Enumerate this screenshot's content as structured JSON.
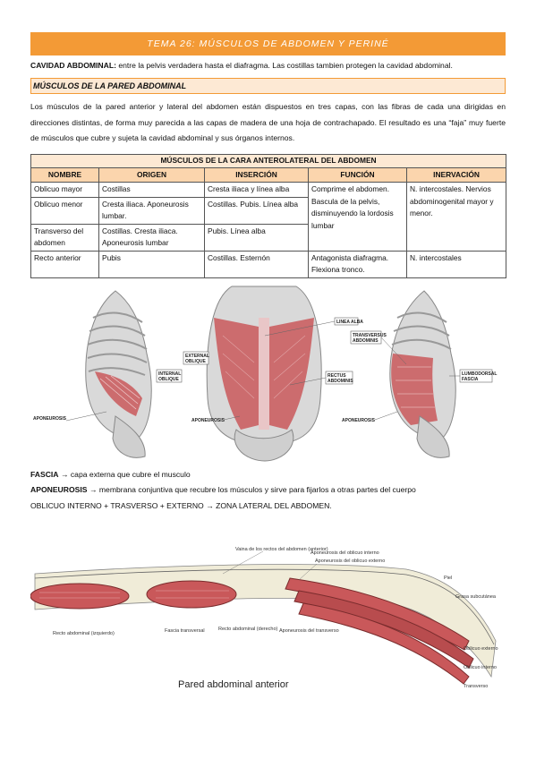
{
  "header": {
    "title": "TEMA 26: MÚSCULOS DE ABDOMEN Y PERINÉ"
  },
  "cavidad": {
    "term": "CAVIDAD ABDOMINAL:",
    "text": " entre la pelvis verdadera hasta el diafragma. Las costillas tambien protegen la cavidad abdominal."
  },
  "section": {
    "title": "MÚSCULOS DE LA PARED ABDOMINAL"
  },
  "intro": "Los músculos de la pared anterior y lateral del abdomen están dispuestos en tres capas, con las fibras de cada una dirigidas en direcciones distintas, de forma muy parecida a las capas de madera de una hoja de contrachapado. El resultado es una “faja” muy fuerte de músculos que cubre y sujeta la cavidad abdominal y sus órganos internos.",
  "table": {
    "caption": "MÚSCULOS DE LA CARA ANTEROLATERAL DEL ABDOMEN",
    "headers": [
      "NOMBRE",
      "ORIGEN",
      "INSERCIÓN",
      "FUNCIÓN",
      "INERVACIÓN"
    ],
    "rows": [
      {
        "nombre": "Oblicuo mayor",
        "origen": "Costillas",
        "insercion": "Cresta iliaca y línea alba"
      },
      {
        "nombre": "Oblicuo menor",
        "origen": "Cresta iliaca. Aponeurosis lumbar.",
        "insercion": "Costillas. Pubis. Línea alba"
      },
      {
        "nombre": "Transverso del abdomen",
        "origen": "Costillas. Cresta iliaca. Aponeurosis lumbar",
        "insercion": "Pubis. Línea alba"
      },
      {
        "nombre": "Recto anterior",
        "origen": "Pubis",
        "insercion": "Costillas. Esternón",
        "funcion": "Antagonista diafragma. Flexiona tronco.",
        "inervacion": "N. intercostales"
      }
    ],
    "funcion_shared": "Comprime el abdomen. Bascula de la pelvis, disminuyendo la lordosis lumbar",
    "inervacion_shared": "N. intercostales. Nervios abdominogenital mayor y menor."
  },
  "figure1": {
    "labels": {
      "internal_oblique": "INTERNAL OBLIQUE",
      "aponeurosis_left": "APONEUROSIS",
      "external_oblique": "EXTERNAL OBLIQUE",
      "linea_alba": "LINEA ALBA",
      "rectus_abdominis": "RECTUS ABDOMINIS",
      "aponeurosis_center": "APONEUROSIS",
      "transversus": "TRANSVERSUS ABDOMINIS",
      "lumbodorsal": "LUMBODORSAL FASCIA",
      "aponeurosis_right": "APONEUROSIS"
    }
  },
  "defs": {
    "fascia_term": "FASCIA",
    "fascia_text": " capa externa que cubre el musculo",
    "apon_term": "APONEUROSIS",
    "apon_text": " membrana conjuntiva que recubre los músculos y sirve para fijarlos a otras partes del cuerpo",
    "zona": "OBLICUO INTERNO + TRASVERSO + EXTERNO",
    "zona_result": " ZONA LATERAL DEL ABDOMEN.",
    "arrow": "→"
  },
  "figure2": {
    "title": "Pared abdominal anterior",
    "labels": {
      "vaina": "Vaina de los rectos del abdomen (anterior)",
      "apon_int": "Aponeurosis del oblicuo interno",
      "apon_ext": "Aponeurosis del oblicuo externo",
      "piel": "Piel",
      "grasa": "Grasa subcutánea",
      "recto_izq": "Recto abdominal (izquierdo)",
      "fascia_trans": "Fascia transversal",
      "recto_der": "Recto abdominal (derecho)",
      "apon_trans": "Aponeurosis del transverso",
      "obl_ext": "Oblicuo externo",
      "obl_int": "Oblicuo interno",
      "transverso": "Transverso"
    }
  },
  "colors": {
    "accent": "#f39a36",
    "header_fill": "#fbd5ad",
    "light_fill": "#fde9d4",
    "muscle": "#c9585a"
  }
}
